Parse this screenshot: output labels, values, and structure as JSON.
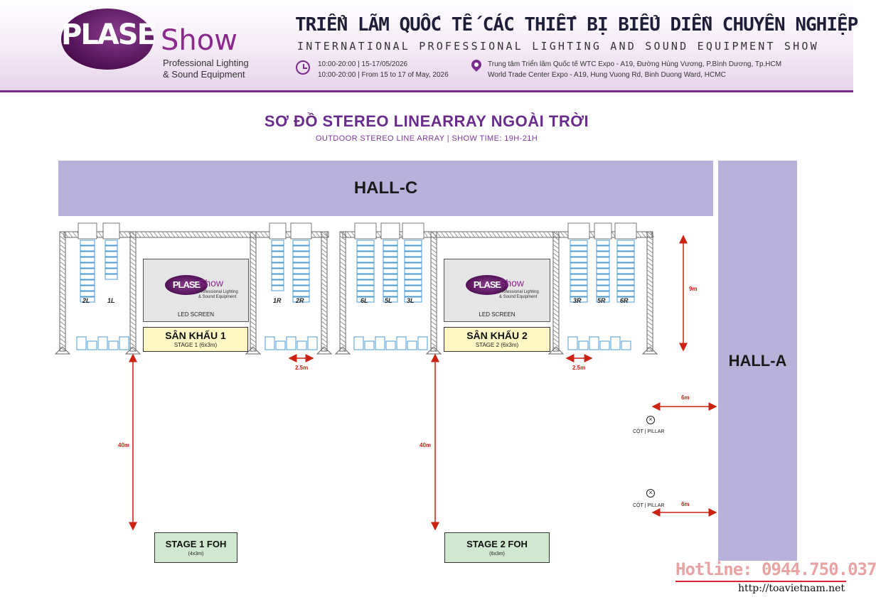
{
  "header": {
    "logo_brand": "PLASE",
    "logo_show": "Show",
    "logo_sub1": "Professional Lighting",
    "logo_sub2": "& Sound Equipment",
    "title_vi": "TRIỂN LÃM QUỐC TẾ CÁC THIẾT BỊ BIỂU DIỄN CHUYÊN NGHIỆP",
    "title_en": "INTERNATIONAL PROFESSIONAL LIGHTING AND SOUND EQUIPMENT SHOW",
    "time_vi": "10:00-20:00 | 15-17/05/2026",
    "time_en": "10:00-20:00 | From 15 to 17 of May, 2026",
    "address_vi": "Trung tâm Triển lãm Quốc tế WTC Expo - A19, Đường Hùng Vương, P.Bình Dương, Tp.HCM",
    "address_en": "World Trade Center Expo - A19, Hung Vuong Rd, Binh Duong Ward, HCMC",
    "clock_icon": "clock-icon",
    "pin_icon": "location-pin-icon",
    "accent_color": "#7b2d8e"
  },
  "map": {
    "title": "SƠ ĐỒ STEREO LINEARRAY NGOÀI TRỜI",
    "subtitle": "OUTDOOR STEREO LINE ARRAY | SHOW TIME: 19H-21H",
    "hall_c": "HALL-C",
    "hall_a": "HALL-A",
    "hall_color": "#b8b1da",
    "stage1": {
      "name": "SÂN KHẤU 1",
      "sub": "STAGE 1 (6x3m)",
      "led": "LED SCREEN",
      "foh_name": "STAGE 1 FOH",
      "foh_sub": "(4x3m)",
      "distance": "40m",
      "gap": "2.5m"
    },
    "stage2": {
      "name": "SÂN KHẤU 2",
      "sub": "STAGE 2 (6x3m)",
      "led": "LED SCREEN",
      "foh_name": "STAGE 2 FOH",
      "foh_sub": "(6x3m)",
      "distance": "40m",
      "gap": "2.5m"
    },
    "speaker_labels": [
      "2L",
      "1L",
      "1R",
      "2R",
      "6L",
      "5L",
      "3L",
      "3R",
      "5R",
      "6R"
    ],
    "height_label": "9m",
    "pillar_distance": "6m",
    "pillar_label": "CỘT | PILLAR",
    "pillar_icon": "pillar-cross-icon",
    "led_logo_brand": "PLASE",
    "led_logo_show": "Show",
    "led_logo_sub1": "Professional Lighting",
    "led_logo_sub2": "& Sound Equipment",
    "dimension_color": "#c21"
  },
  "footer": {
    "hotline": "Hotline: 0944.750.037",
    "website": "http://toavietnam.net"
  }
}
